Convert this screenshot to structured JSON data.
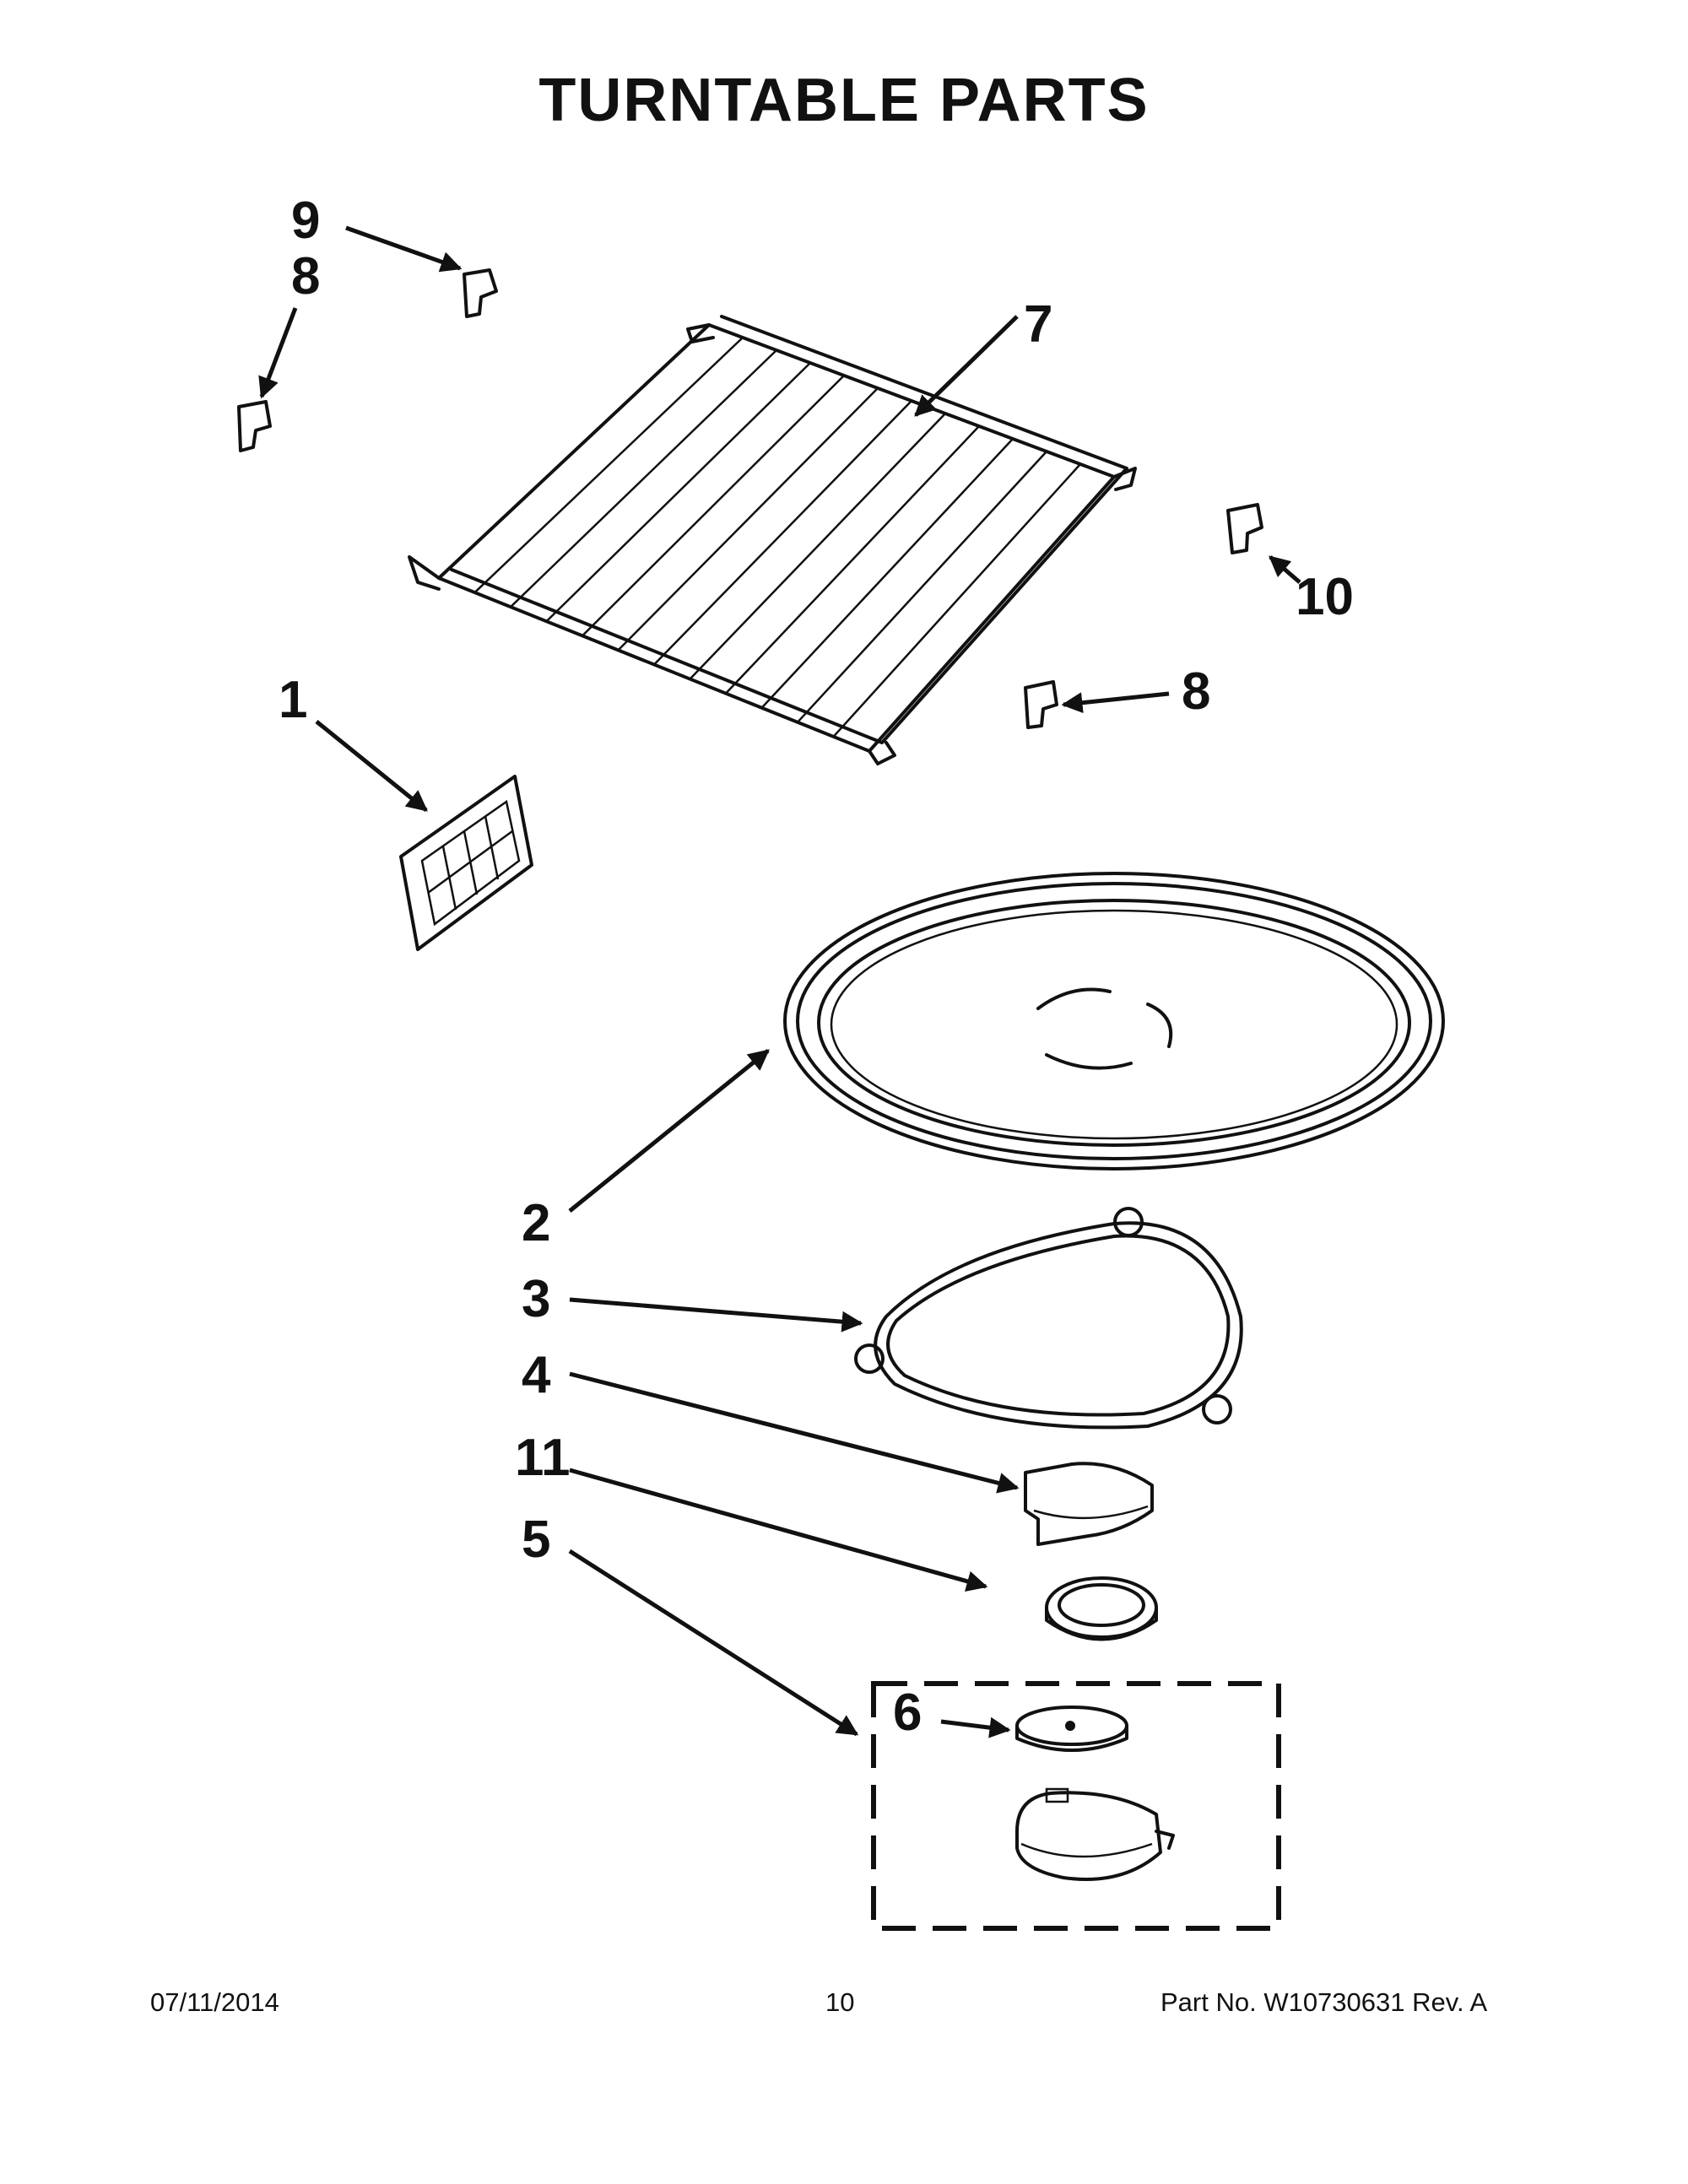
{
  "title": "TURNTABLE PARTS",
  "callouts": {
    "c1": "1",
    "c2": "2",
    "c3": "3",
    "c4": "4",
    "c5": "5",
    "c6": "6",
    "c7": "7",
    "c8a": "8",
    "c8b": "8",
    "c9": "9",
    "c10": "10",
    "c11": "11"
  },
  "footer": {
    "date": "07/11/2014",
    "page": "10",
    "part": "Part No.  W10730631  Rev.  A"
  }
}
